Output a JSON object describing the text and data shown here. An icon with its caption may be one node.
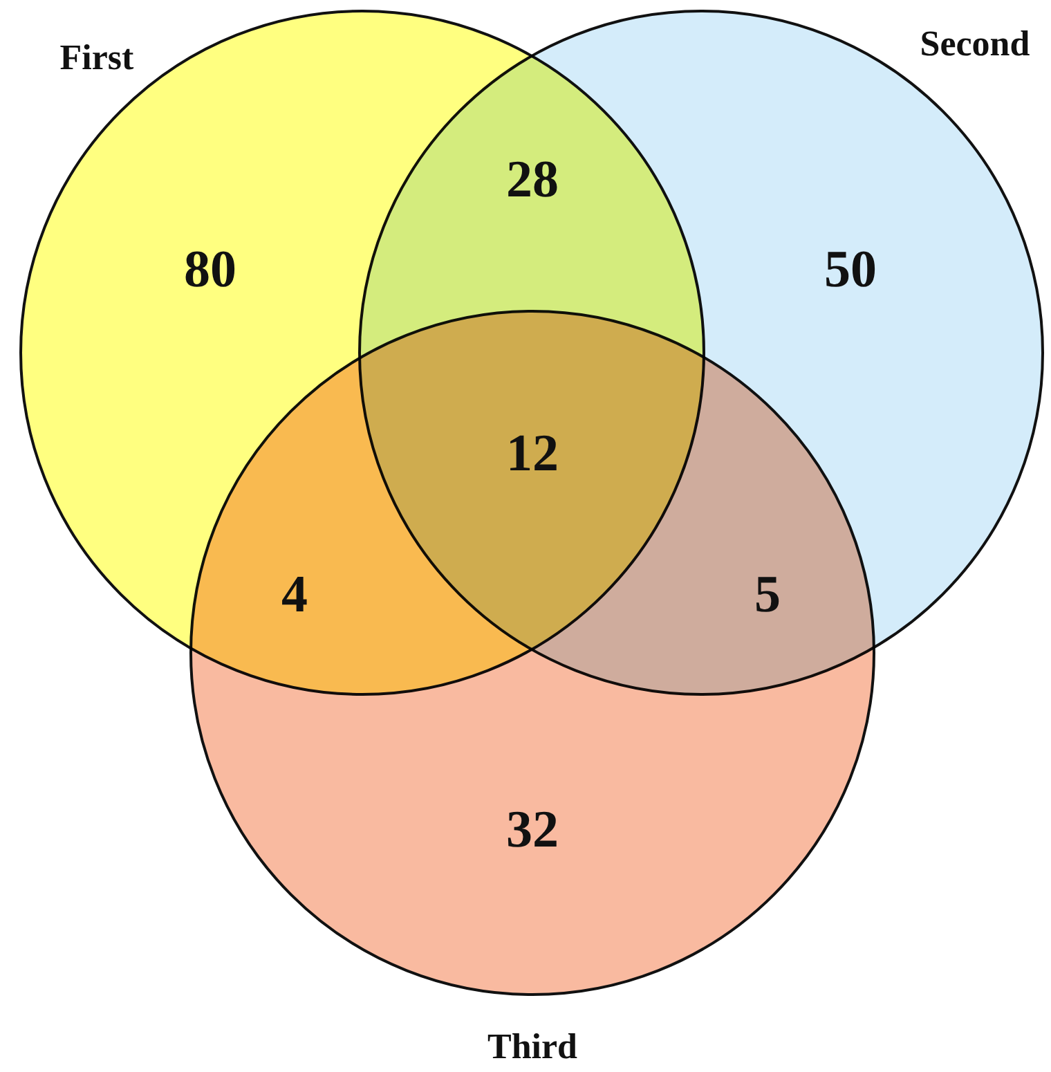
{
  "diagram": {
    "nodes": [
      {
        "text": [
          "First"
        ]
      },
      {
        "text": [
          "Second"
        ]
      },
      {
        "text": [
          "Third"
        ]
      }
    ],
    "labels": [
      "28",
      "80",
      "50",
      "12",
      "4",
      "5",
      "32"
    ]
  }
}
